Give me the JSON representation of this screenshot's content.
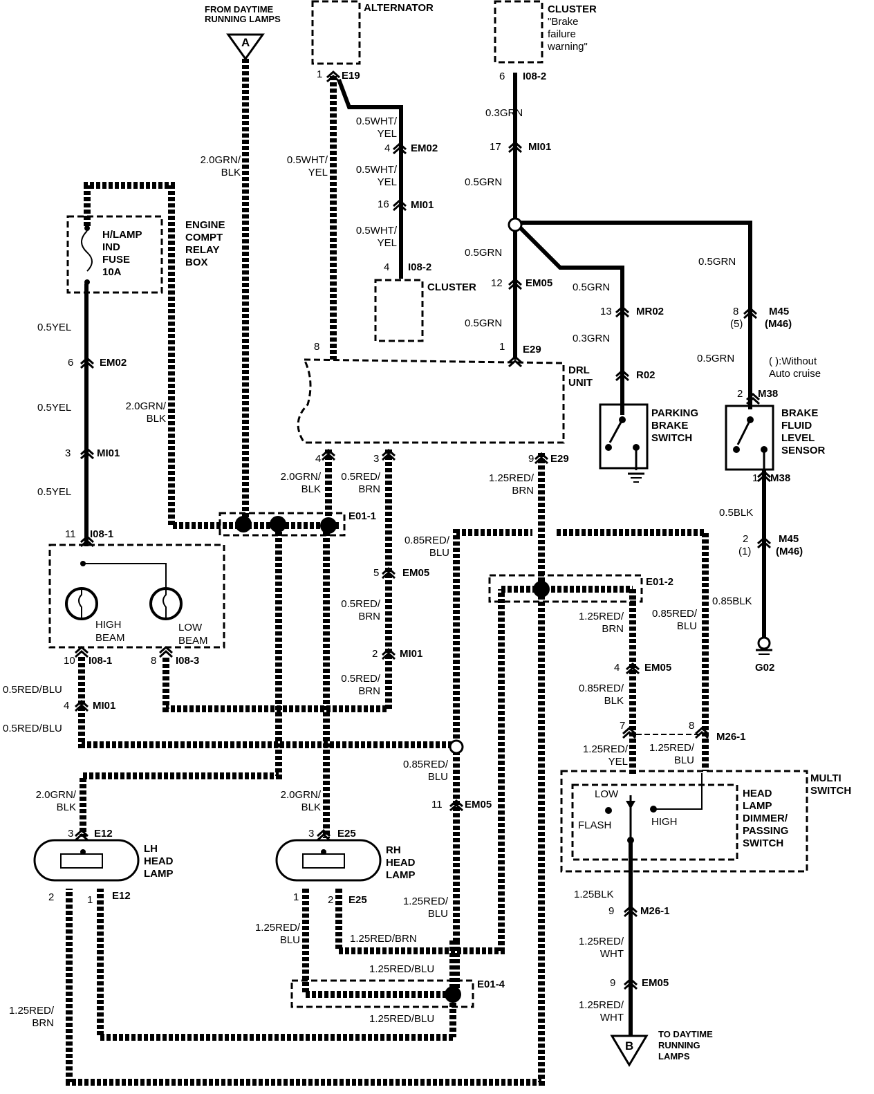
{
  "diagram": {
    "inputs": {
      "from_drl_label": "FROM DAYTIME\nRUNNING LAMPS",
      "from_drl_letter": "A",
      "to_drl_label": "TO DAYTIME\nRUNNING\nLAMPS",
      "to_drl_letter": "B"
    },
    "components": {
      "alternator": "ALTERNATOR",
      "cluster_top": "CLUSTER",
      "cluster_top_note": "\"Brake\nfailure\nwarning\"",
      "cluster_mid": "CLUSTER",
      "fuse": "H/LAMP\nIND\nFUSE\n10A",
      "relay_box": "ENGINE\nCOMPT\nRELAY\nBOX",
      "drl_unit": "DRL\nUNIT",
      "parking_brake": "PARKING\nBRAKE\nSWITCH",
      "brake_fluid": "BRAKE\nFLUID\nLEVEL\nSENSOR",
      "high_beam": "HIGH\nBEAM",
      "low_beam": "LOW\nBEAM",
      "lh_head_lamp": "LH\nHEAD\nLAMP",
      "rh_head_lamp": "RH\nHEAD\nLAMP",
      "multi_switch": "MULTI\nSWITCH",
      "dimmer_switch": "HEAD\nLAMP\nDIMMER/\nPASSING\nSWITCH",
      "sw_low": "LOW",
      "sw_flash": "FLASH",
      "sw_high": "HIGH",
      "without_cruise": "(   ):Without\nAuto cruise",
      "ground": "G02"
    },
    "wire_labels": {
      "w_2grn_blk_a": "2.0GRN/\nBLK",
      "w_05wht_yel_a": "0.5WHT/\nYEL",
      "w_05wht_yel_b": "0.5WHT/\nYEL",
      "w_05wht_yel_c": "0.5WHT/\nYEL",
      "w_05wht_yel_d": "0.5WHT/\nYEL",
      "w_03grn_a": "0.3GRN",
      "w_05grn_a": "0.5GRN",
      "w_05grn_b": "0.5GRN",
      "w_05grn_c": "0.5GRN",
      "w_05grn_d": "0.5GRN",
      "w_05grn_e": "0.5GRN",
      "w_05grn_f": "0.5GRN",
      "w_03grn_b": "0.3GRN",
      "w_05yel_a": "0.5YEL",
      "w_05yel_b": "0.5YEL",
      "w_05yel_c": "0.5YEL",
      "w_2grn_blk_b": "2.0GRN/\nBLK",
      "w_2grn_blk_c": "2.0GRN/\nBLK",
      "w_05red_brn_a": "0.5RED/\nBRN",
      "w_125red_brn_a": "1.25RED/\nBRN",
      "w_085red_blu_a": "0.85RED/\nBLU",
      "w_05red_brn_b": "0.5RED/\nBRN",
      "w_05red_brn_c": "0.5RED/\nBRN",
      "w_05blk": "0.5BLK",
      "w_085blk": "0.85BLK",
      "w_125red_brn_b": "1.25RED/\nBRN",
      "w_085red_blu_b": "0.85RED/\nBLU",
      "w_085red_blk": "0.85RED/\nBLK",
      "w_125red_yel": "1.25RED/\nYEL",
      "w_125red_blu_a": "1.25RED/\nBLU",
      "w_05red_blu_a": "0.5RED/BLU",
      "w_05red_blu_b": "0.5RED/BLU",
      "w_085red_blu_c": "0.85RED/\nBLU",
      "w_2grn_blk_d": "2.0GRN/\nBLK",
      "w_2grn_blk_e": "2.0GRN/\nBLK",
      "w_125red_blu_b": "1.25RED/\nBLU",
      "w_125red_blu_c": "1.25RED/\nBLU",
      "w_125red_brn_c": "1.25RED/BRN",
      "w_125red_blu_d": "1.25RED/BLU",
      "w_125red_blu_e": "1.25RED/BLU",
      "w_125red_brn_d": "1.25RED/\nBRN",
      "w_125blk": "1.25BLK",
      "w_125red_wht_a": "1.25RED/\nWHT",
      "w_125red_wht_b": "1.25RED/\nWHT"
    },
    "connectors": {
      "c_e19_pin": "1",
      "c_e19": "E19",
      "c_i082_top_pin": "6",
      "c_i082_top": "I08-2",
      "c_mi01_a_pin": "17",
      "c_mi01_a": "MI01",
      "c_em02_a_pin": "4",
      "c_em02_a": "EM02",
      "c_mi01_b_pin": "16",
      "c_mi01_b": "MI01",
      "c_i082_mid_pin": "4",
      "c_i082_mid": "I08-2",
      "c_em05_a_pin": "12",
      "c_em05_a": "EM05",
      "c_mr02_pin": "13",
      "c_mr02": "MR02",
      "c_r02": "R02",
      "c_m45_a_pin": "8",
      "c_m45_a_alt": "(5)",
      "c_m45_a": "M45",
      "c_m46_a": "(M46)",
      "c_em02_b_pin": "6",
      "c_em02_b": "EM02",
      "c_drl_8": "8",
      "c_e29_a_pin": "1",
      "c_e29_a": "E29",
      "c_m38_a_pin": "2",
      "c_m38_a": "M38",
      "c_mi01_c_pin": "3",
      "c_mi01_c": "MI01",
      "c_drl_4": "4",
      "c_drl_3": "3",
      "c_e29_b_pin": "9",
      "c_e29_b": "E29",
      "c_m38_b_pin": "1",
      "c_m38_b": "M38",
      "c_e011": "E01-1",
      "c_i081_a_pin": "11",
      "c_i081_a": "I08-1",
      "c_m45_b_pin": "2",
      "c_m45_b_alt": "(1)",
      "c_m45_b": "M45",
      "c_m46_b": "(M46)",
      "c_em05_b_pin": "5",
      "c_em05_b": "EM05",
      "c_e012": "E01-2",
      "c_mi01_d_pin": "2",
      "c_mi01_d": "MI01",
      "c_i081_b_pin": "10",
      "c_i081_b": "I08-1",
      "c_i083_pin": "8",
      "c_i083": "I08-3",
      "c_em05_c_pin": "4",
      "c_em05_c": "EM05",
      "c_mi01_e_pin": "4",
      "c_mi01_e": "MI01",
      "c_m261_7": "7",
      "c_m261_8": "8",
      "c_m261_a": "M26-1",
      "c_em05_d_pin": "11",
      "c_em05_d": "EM05",
      "c_e12_top_pin": "3",
      "c_e12_top": "E12",
      "c_e25_top_pin": "3",
      "c_e25_top": "E25",
      "c_e12_p2": "2",
      "c_e12_p1": "1",
      "c_e12_bot": "E12",
      "c_e25_p1": "1",
      "c_e25_p2": "2",
      "c_e25_bot": "E25",
      "c_m261_b_pin": "9",
      "c_m261_b": "M26-1",
      "c_e014": "E01-4",
      "c_em05_e_pin": "9",
      "c_em05_e": "EM05"
    }
  }
}
